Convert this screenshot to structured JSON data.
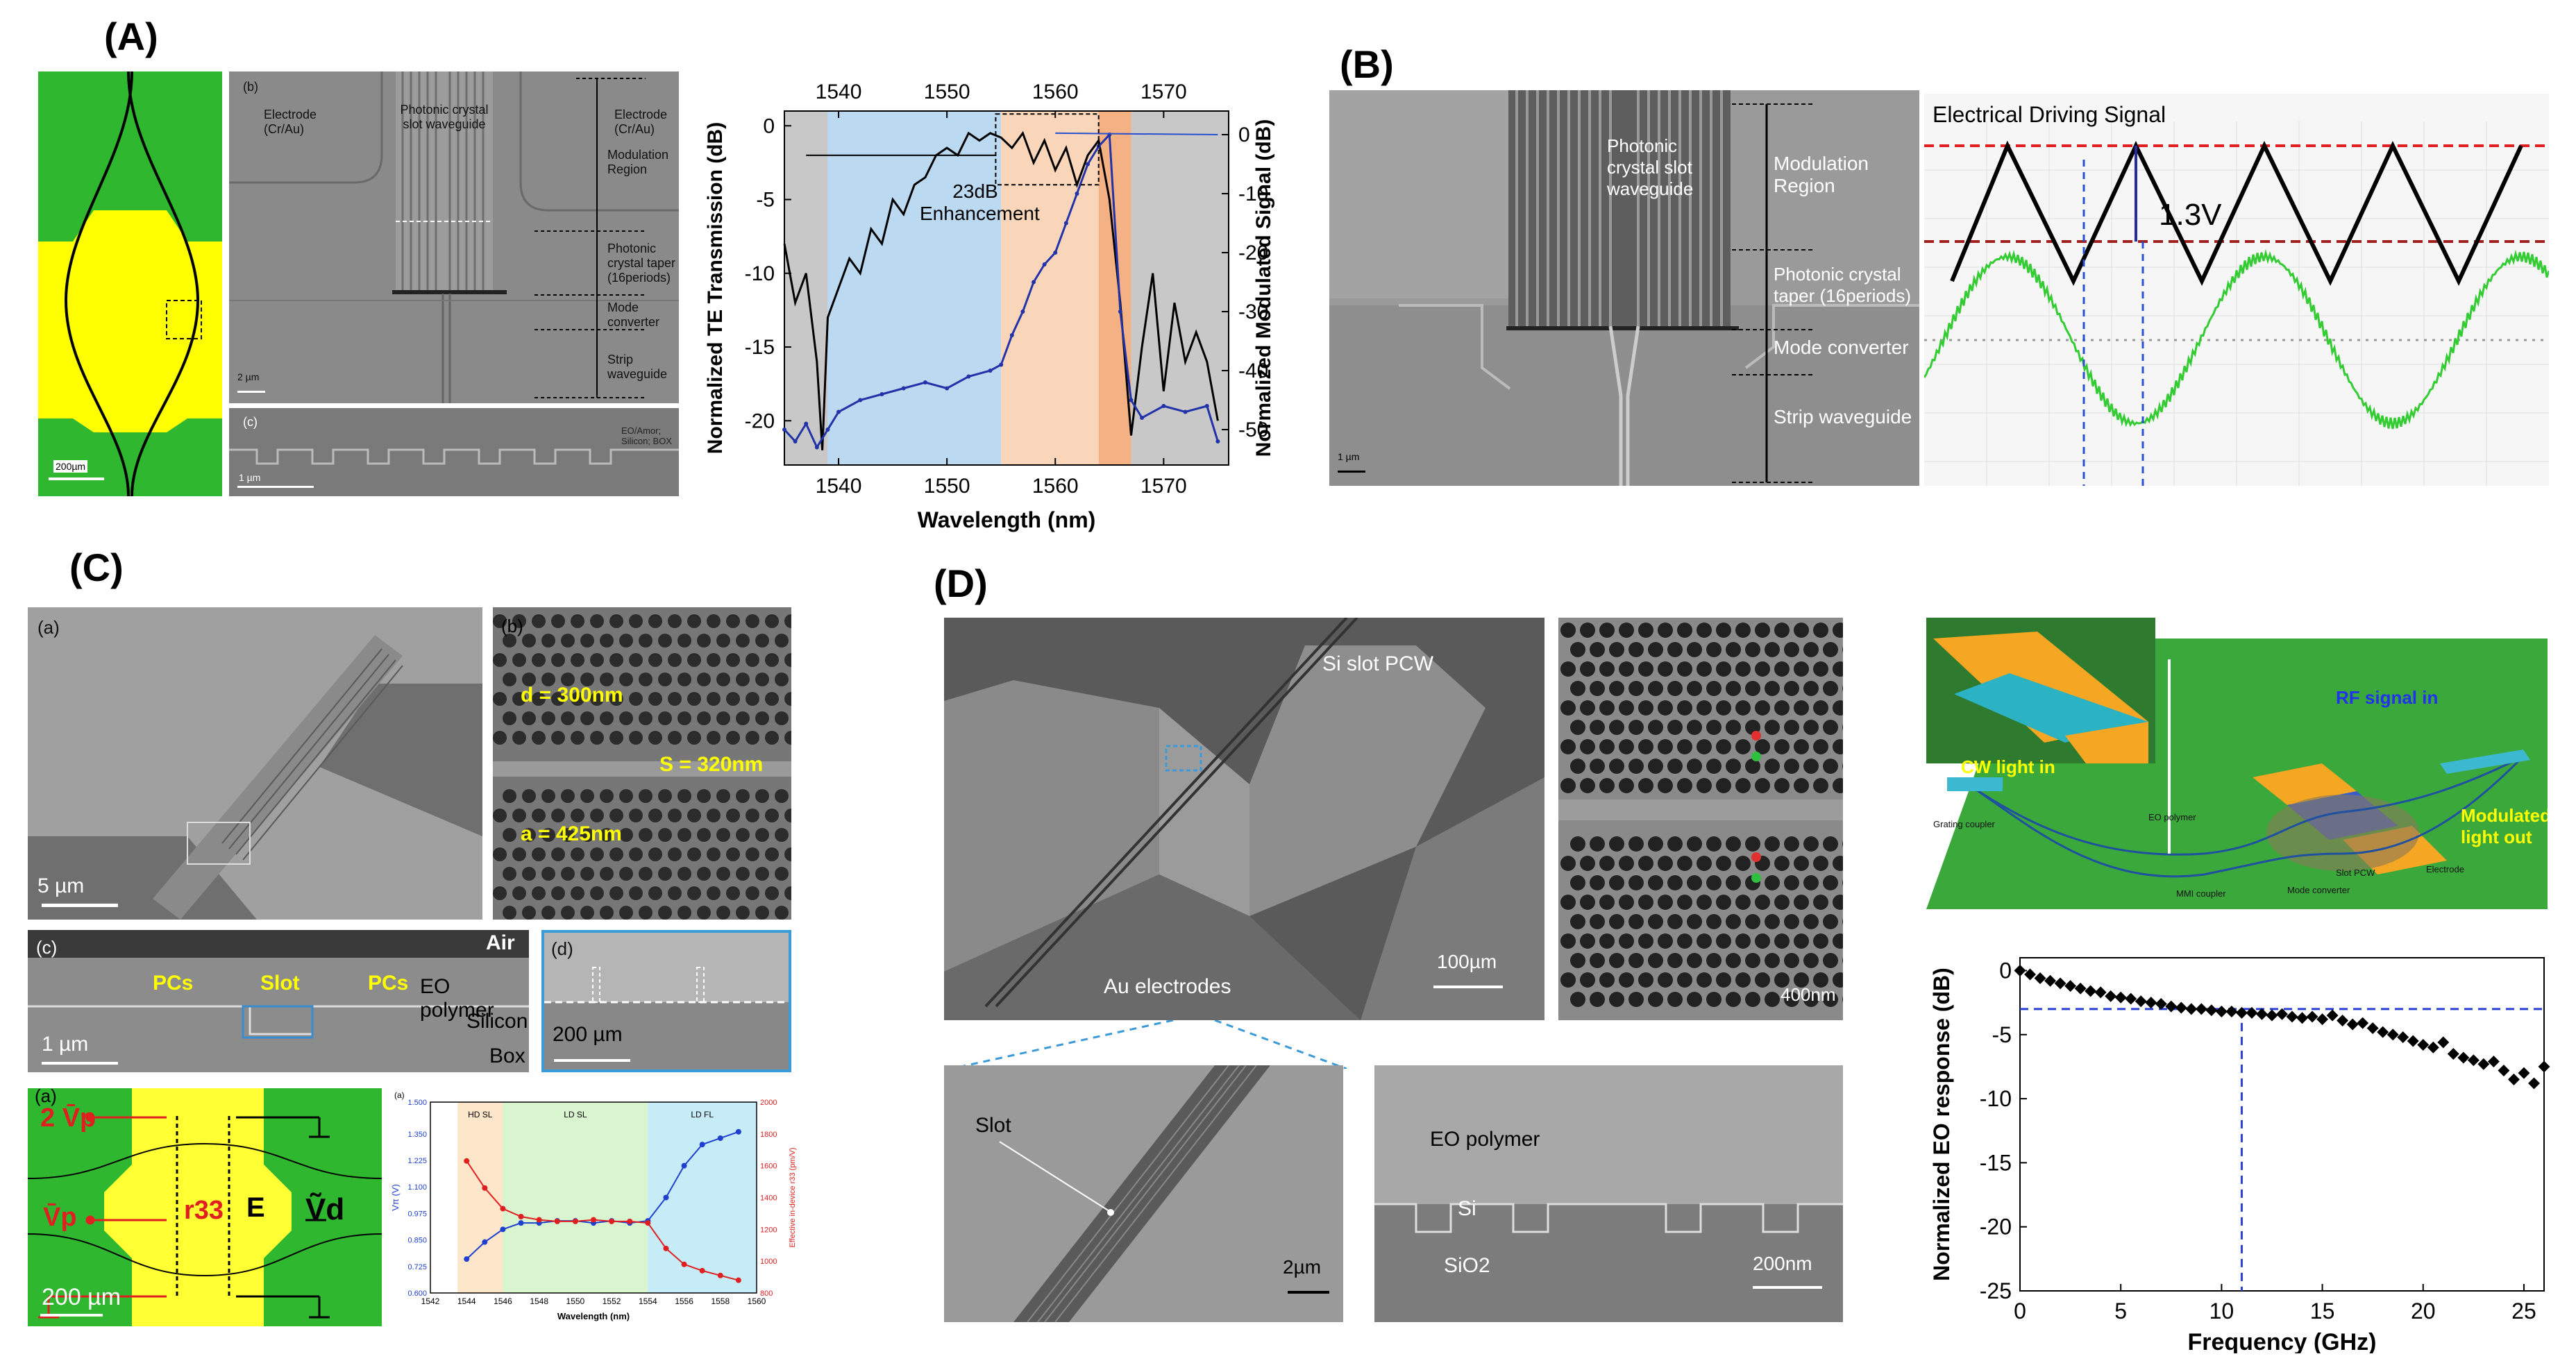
{
  "panels": {
    "A": "(A)",
    "B": "(B)",
    "C": "(C)",
    "D": "(D)"
  },
  "A": {
    "scale_bar": "200µm",
    "sem_b_label": "(b)",
    "sem_c_label": "(c)",
    "electrode_left": "Electrode (Cr/Au)",
    "electrode_right": "Electrode (Cr/Au)",
    "pc_slot": "Photonic crystal slot waveguide",
    "modulation_region": "Modulation Region",
    "pc_taper": "Photonic crystal taper (16periods)",
    "mode_converter": "Mode converter",
    "strip_waveguide": "Strip waveguide",
    "scale_b": "2 µm",
    "scale_c": "1 µm",
    "layers": "EO/Amor; Silicon; BOX",
    "enhancement": "23dB Enhancement"
  },
  "B": {
    "pc_slot": "Photonic crystal slot waveguide",
    "modulation_region": "Modulation Region",
    "pc_taper": "Photonic crystal taper (16periods)",
    "mode_converter": "Mode converter",
    "strip_waveguide": "Strip waveguide",
    "scale": "1 µm",
    "osc_title": "Electrical Driving Signal",
    "voltage": "1.3V"
  },
  "C": {
    "a_label": "(a)",
    "b_label": "(b)",
    "c_label": "(c)",
    "d_label": "(d)",
    "a2_label": "(a)",
    "scale_a": "5 µm",
    "d_dim": "d = 300nm",
    "s_dim": "S = 320nm",
    "a_dim": "a = 425nm",
    "air": "Air",
    "pcs1": "PCs",
    "slot": "Slot",
    "pcs2": "PCs",
    "eo_polymer": "EO polymer",
    "silicon": "Silicon",
    "box": "Box",
    "scale_c": "1 µm",
    "scale_d": "200 µm",
    "vp2": "2 V̄p",
    "vp": "V̄p",
    "r33": "r33",
    "e": "E",
    "vd": "Ṽd",
    "scale_a2": "200 µm",
    "region_hd": "HD SL",
    "region_ld": "LD SL",
    "region_ld_fl": "LD FL"
  },
  "D": {
    "si_slot_pcw": "Si slot PCW",
    "au_electrodes": "Au electrodes",
    "scale_main": "100µm",
    "scale_inset": "400nm",
    "slot": "Slot",
    "scale_slot": "2µm",
    "eo_polymer": "EO polymer",
    "si": "Si",
    "sio2": "SiO2",
    "scale_cross": "200nm",
    "rf_in": "RF signal in",
    "cw_in": "CW light in",
    "mod_out": "Modulated light out",
    "grating": "Grating coupler",
    "eo_poly_s": "EO polymer",
    "slot_pcw": "Slot PCW",
    "electrode": "Electrode",
    "mmi": "MMI coupler",
    "mode_conv": "Mode converter"
  },
  "chart_data": [
    {
      "type": "line",
      "title": "",
      "xlabel": "Wavelength (nm)",
      "ylabel": "Normalized TE Transmission (dB)",
      "ylabel_right": "Normalized Modulated Signal (dB)",
      "xlim": [
        1535,
        1576
      ],
      "ylim": [
        -23,
        1
      ],
      "ylim_right": [
        -56,
        4
      ],
      "x_ticks": [
        1540,
        1550,
        1560,
        1570
      ],
      "y_ticks": [
        0,
        -5,
        -10,
        -15,
        -20
      ],
      "y_ticks_right": [
        0,
        -10,
        -20,
        -30,
        -40,
        -50
      ],
      "regions": [
        {
          "from": 1535,
          "to": 1539,
          "color": "#c8c8c8"
        },
        {
          "from": 1539,
          "to": 1555,
          "color": "#bcd9f2"
        },
        {
          "from": 1555,
          "to": 1564,
          "color": "#f9d6b9"
        },
        {
          "from": 1564,
          "to": 1567,
          "color": "#f4b184"
        },
        {
          "from": 1567,
          "to": 1576,
          "color": "#c8c8c8"
        }
      ],
      "series": [
        {
          "axis": "left",
          "color": "#000000",
          "x": [
            1535,
            1536,
            1537,
            1538,
            1538.5,
            1539,
            1540,
            1541,
            1542,
            1543,
            1544,
            1545,
            1546,
            1547,
            1548,
            1549,
            1550,
            1551,
            1552,
            1553,
            1554,
            1555,
            1556,
            1557,
            1558,
            1559,
            1560,
            1561,
            1562,
            1563,
            1564,
            1565,
            1566,
            1567,
            1568,
            1569,
            1570,
            1571,
            1572,
            1573,
            1574,
            1575
          ],
          "y": [
            -8,
            -12,
            -10,
            -16,
            -22,
            -13,
            -11,
            -9,
            -10,
            -7,
            -8,
            -5,
            -6,
            -4,
            -3.5,
            -2,
            -1.5,
            -2,
            -0.5,
            -1,
            -0.5,
            -0.8,
            -1.5,
            -0.5,
            -2.5,
            -1,
            -3,
            -1.5,
            -4,
            -2,
            -1,
            -5,
            -12,
            -21,
            -15,
            -10,
            -18,
            -12,
            -16,
            -14,
            -16,
            -20
          ]
        },
        {
          "axis": "right",
          "color": "#2233aa",
          "x": [
            1535,
            1536,
            1537,
            1538,
            1539,
            1540,
            1542,
            1544,
            1546,
            1548,
            1550,
            1552,
            1554,
            1555,
            1556,
            1557,
            1558,
            1559,
            1560,
            1561,
            1562,
            1563,
            1564,
            1565,
            1566,
            1567,
            1568,
            1570,
            1572,
            1574,
            1575
          ],
          "y": [
            -50,
            -52,
            -49,
            -53,
            -50,
            -47,
            -45,
            -44,
            -43,
            -42,
            -43,
            -41,
            -40,
            -39,
            -34,
            -30,
            -25,
            -22,
            -20,
            -15,
            -10,
            -5,
            -2,
            0,
            -30,
            -45,
            -48,
            -46,
            -47,
            -46,
            -52
          ]
        }
      ]
    },
    {
      "type": "line",
      "title": "Electrical Driving Signal",
      "annotation": "1.3V",
      "series": [
        {
          "name": "drive",
          "color": "#000000",
          "shape": "triangle"
        },
        {
          "name": "modulated",
          "color": "#33cc33",
          "shape": "noisy-sine"
        }
      ]
    },
    {
      "type": "line",
      "title": "",
      "xlabel": "Wavelength (nm)",
      "ylabel": "Vπ (V)",
      "ylabel_right": "Effective in-device r33 (pm/V)",
      "xlim": [
        1542,
        1560
      ],
      "ylim": [
        0.6,
        1.5
      ],
      "ylim_right": [
        800,
        2000
      ],
      "x_ticks": [
        1542,
        1544,
        1546,
        1548,
        1550,
        1552,
        1554,
        1556,
        1558,
        1560
      ],
      "y_ticks": [
        0.6,
        0.725,
        0.85,
        0.975,
        1.1,
        1.225,
        1.35,
        1.5
      ],
      "y_ticks_right": [
        800,
        1000,
        1200,
        1400,
        1600,
        1800,
        2000
      ],
      "regions": [
        {
          "from": 1543.5,
          "to": 1546,
          "color": "#fde6c9",
          "label": "HD SL"
        },
        {
          "from": 1546,
          "to": 1554,
          "color": "#d9f5d0",
          "label": "LD SL"
        },
        {
          "from": 1554,
          "to": 1560,
          "color": "#c6ecf8",
          "label": "LD FL"
        }
      ],
      "series": [
        {
          "axis": "left",
          "color": "#1f3fd0",
          "x": [
            1544,
            1545,
            1546,
            1547,
            1548,
            1549,
            1550,
            1551,
            1552,
            1553,
            1554,
            1555,
            1556,
            1557,
            1558,
            1559
          ],
          "y": [
            0.76,
            0.84,
            0.9,
            0.93,
            0.93,
            0.94,
            0.94,
            0.93,
            0.94,
            0.93,
            0.94,
            1.05,
            1.2,
            1.3,
            1.33,
            1.36
          ]
        },
        {
          "axis": "right",
          "color": "#e02020",
          "x": [
            1544,
            1545,
            1546,
            1547,
            1548,
            1549,
            1550,
            1551,
            1552,
            1553,
            1554,
            1555,
            1556,
            1557,
            1558,
            1559
          ],
          "y": [
            1630,
            1460,
            1330,
            1280,
            1260,
            1250,
            1250,
            1260,
            1250,
            1250,
            1240,
            1080,
            980,
            940,
            910,
            880
          ]
        }
      ]
    },
    {
      "type": "scatter",
      "title": "",
      "xlabel": "Frequency (GHz)",
      "ylabel": "Normalized EO response (dB)",
      "xlim": [
        0,
        26
      ],
      "ylim": [
        -25,
        1
      ],
      "x_ticks": [
        0,
        5,
        10,
        15,
        20,
        25
      ],
      "y_ticks": [
        0,
        -5,
        -10,
        -15,
        -20,
        -25
      ],
      "ref_h": -3,
      "ref_v": 11,
      "x": [
        0,
        0.5,
        1,
        1.5,
        2,
        2.5,
        3,
        3.5,
        4,
        4.5,
        5,
        5.5,
        6,
        6.5,
        7,
        7.5,
        8,
        8.5,
        9,
        9.5,
        10,
        10.5,
        11,
        11.5,
        12,
        12.5,
        13,
        13.5,
        14,
        14.5,
        15,
        15.5,
        16,
        16.5,
        17,
        17.5,
        18,
        18.5,
        19,
        19.5,
        20,
        20.5,
        21,
        21.5,
        22,
        22.5,
        23,
        23.5,
        24,
        24.5,
        25,
        25.5,
        26
      ],
      "y": [
        0,
        -0.3,
        -0.6,
        -0.8,
        -1,
        -1.2,
        -1.4,
        -1.6,
        -1.7,
        -2,
        -2.1,
        -2.2,
        -2.4,
        -2.5,
        -2.6,
        -2.8,
        -2.9,
        -3,
        -3,
        -3.1,
        -3.2,
        -3.2,
        -3.3,
        -3.3,
        -3.4,
        -3.5,
        -3.4,
        -3.6,
        -3.7,
        -3.6,
        -3.8,
        -3.5,
        -3.9,
        -4.2,
        -4.1,
        -4.5,
        -4.8,
        -5,
        -5.2,
        -5.5,
        -5.8,
        -6,
        -5.6,
        -6.5,
        -6.8,
        -7,
        -7.3,
        -7.1,
        -7.8,
        -8.5,
        -8,
        -8.8,
        -7.5
      ]
    }
  ]
}
